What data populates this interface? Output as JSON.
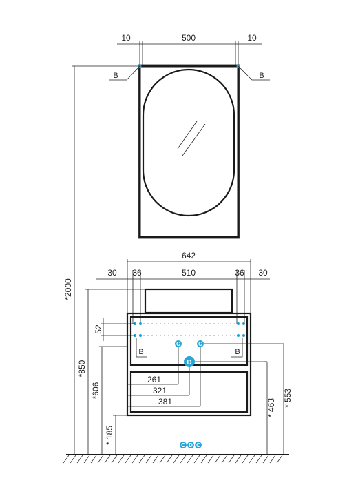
{
  "mirror": {
    "dims": {
      "left_gap": "10",
      "width": "500",
      "right_gap": "10"
    },
    "point_label_left": "B",
    "point_label_right": "B"
  },
  "cabinet": {
    "overall_width": "642",
    "segments": {
      "left_outer": "30",
      "left_inner": "36",
      "middle": "510",
      "right_inner": "36",
      "right_outer": "30"
    },
    "rail_height": "52",
    "point_label_left": "B",
    "point_label_right": "B"
  },
  "heights": {
    "total": "*2000",
    "cabinet_top": "*850",
    "cabinet_mid": "*606",
    "floor_to_bottom": "* 185",
    "right_inner": "* 463",
    "right_outer": "* 553"
  },
  "connections": {
    "label_c": "C",
    "label_d": "D",
    "offsets": [
      "261",
      "321",
      "381"
    ],
    "floor_labels": [
      "C",
      "D",
      "C"
    ]
  },
  "colors": {
    "accent": "#2aa6d6",
    "line": "#1a1a1a"
  }
}
